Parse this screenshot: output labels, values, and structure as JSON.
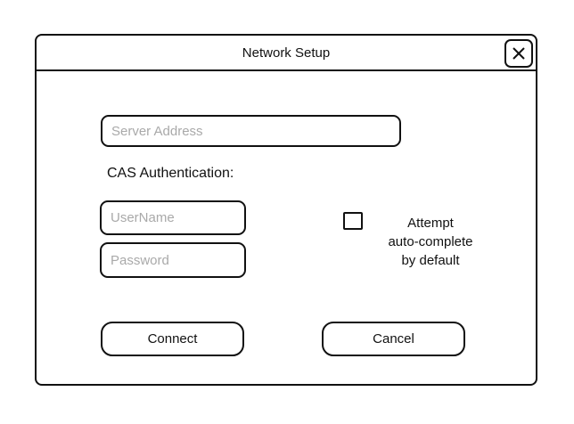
{
  "window": {
    "title": "Network Setup"
  },
  "form": {
    "server_address": {
      "placeholder": "Server Address",
      "value": ""
    },
    "section_label": "CAS Authentication:",
    "username": {
      "placeholder": "UserName",
      "value": ""
    },
    "password": {
      "placeholder": "Password",
      "value": ""
    },
    "autocomplete_checkbox": {
      "checked": false,
      "label": "Attempt auto-complete by default",
      "lines": [
        "Attempt",
        "auto-complete",
        "by default"
      ]
    }
  },
  "actions": {
    "connect": "Connect",
    "cancel": "Cancel"
  },
  "colors": {
    "border": "#111111",
    "placeholder": "#a9a9a9",
    "background": "#ffffff",
    "text": "#111111"
  }
}
